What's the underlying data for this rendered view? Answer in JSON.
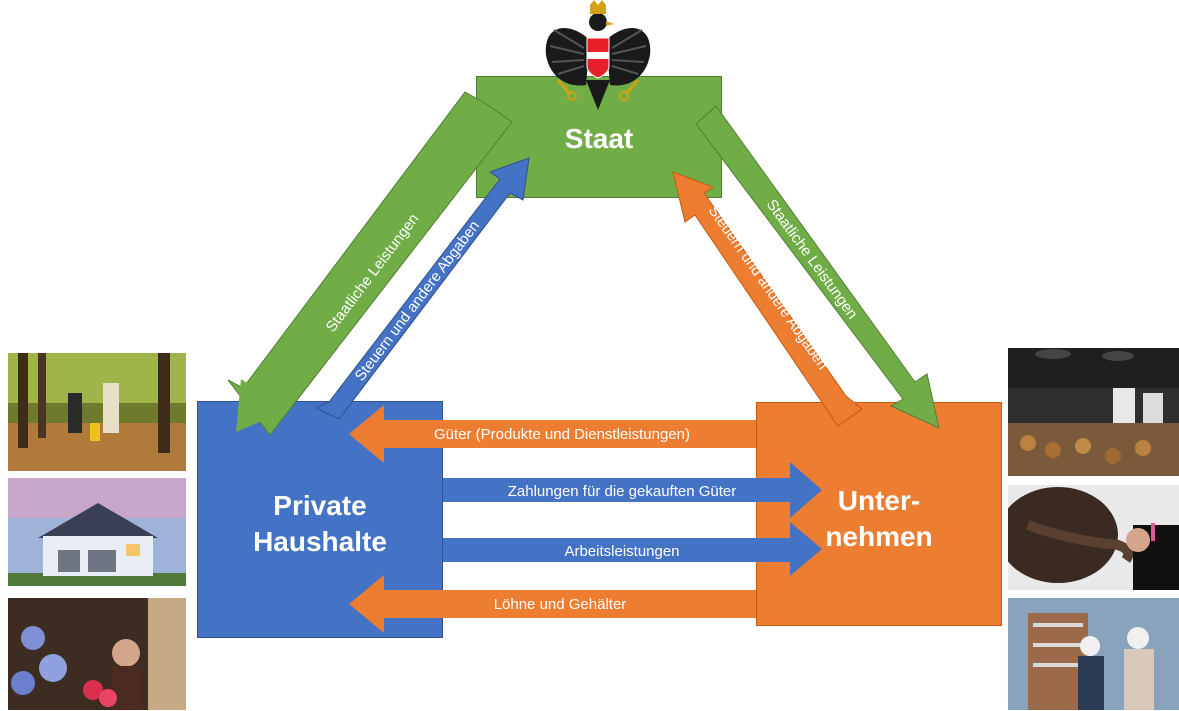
{
  "nodes": {
    "staat": "Staat",
    "haushalte_line1": "Private",
    "haushalte_line2": "Haushalte",
    "unternehmen_line1": "Unter-",
    "unternehmen_line2": "nehmen"
  },
  "flows": {
    "staat_to_haushalte": "Staatliche Leistungen",
    "haushalte_to_staat": "Steuern und andere Abgaben",
    "unternehmen_to_staat": "Steuern und andere Abgaben",
    "staat_to_unternehmen": "Staatliche Leistungen",
    "gueter": "Güter (Produkte und Dienstleistungen)",
    "zahlungen": "Zahlungen für die gekauften Güter",
    "arbeitsleistungen": "Arbeitsleistungen",
    "loehne": "Löhne und Gehälter"
  },
  "colors": {
    "green": "#70ad47",
    "blue": "#4472c4",
    "orange": "#ed7d31"
  },
  "icons": {
    "coat_of_arms": "austrian-eagle-coat-of-arms-icon",
    "photos_left": [
      "family-walk-photo",
      "house-photo",
      "woman-window-photo"
    ],
    "photos_right": [
      "bakery-photo",
      "hairdresser-photo",
      "construction-workers-photo"
    ]
  }
}
